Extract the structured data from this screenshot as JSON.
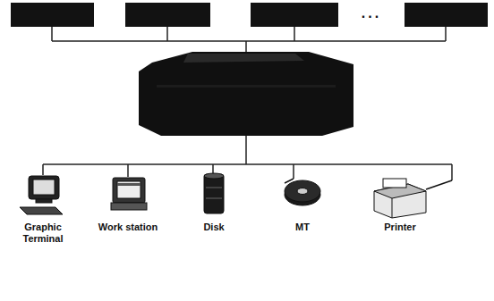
{
  "diagram": {
    "labels": [
      "...",
      "Graphic Terminal",
      "Work station",
      "Disk",
      "MT",
      "Printer"
    ]
  }
}
